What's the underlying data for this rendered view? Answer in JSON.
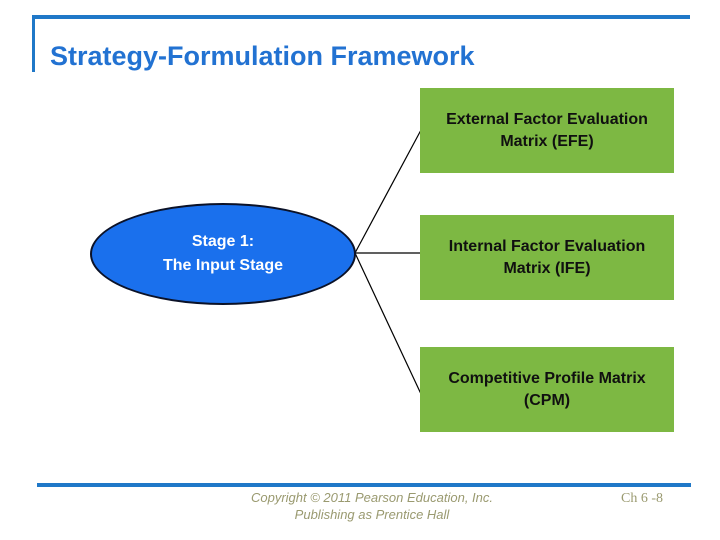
{
  "title": "Strategy-Formulation Framework",
  "ellipse": {
    "line1": "Stage 1:",
    "line2": "The Input Stage"
  },
  "boxes": [
    {
      "id": "efe",
      "line1": "External Factor Evaluation",
      "line2": "Matrix (EFE)"
    },
    {
      "id": "ife",
      "line1": "Internal Factor Evaluation",
      "line2": "Matrix (IFE)"
    },
    {
      "id": "cpm",
      "line1": "Competitive Profile Matrix",
      "line2": "(CPM)"
    }
  ],
  "footer": {
    "copyright_line1": "Copyright © 2011 Pearson Education, Inc.",
    "copyright_line2": "Publishing as Prentice Hall",
    "page_label": "Ch 6 -8"
  },
  "colors": {
    "title_blue": "#2272D2",
    "rule_blue": "#1F78C8",
    "box_green": "#7DB843",
    "ellipse_blue": "#1A70ED",
    "footer_olive": "#9A9A70"
  }
}
